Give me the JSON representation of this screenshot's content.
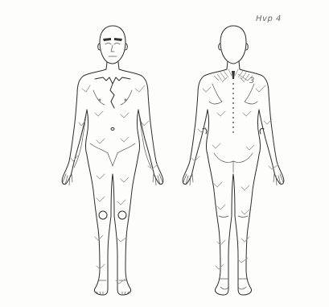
{
  "annotations": {
    "head_note": "Hvp 4",
    "neck_note": "3"
  },
  "figures": {
    "front": "front-view",
    "back": "back-view"
  },
  "colors": {
    "ink": "#2b2b2b",
    "pencil": "#9a9a9a",
    "paper": "#fdfdfc"
  }
}
